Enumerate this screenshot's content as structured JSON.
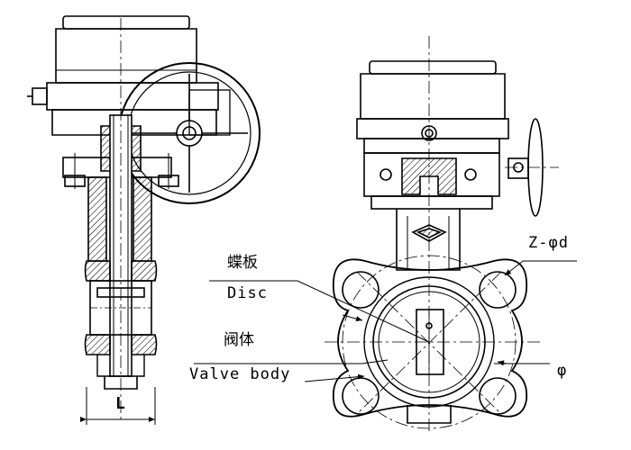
{
  "labels": {
    "disc_cn": "蝶板",
    "disc_en": "Disc",
    "body_cn": "阀体",
    "body_en": "Valve body",
    "holes": "Z-φd",
    "diameter": "φ",
    "length_dim": "L"
  },
  "colors": {
    "line": "#000000",
    "hatch": "#000000",
    "background": "#ffffff"
  }
}
